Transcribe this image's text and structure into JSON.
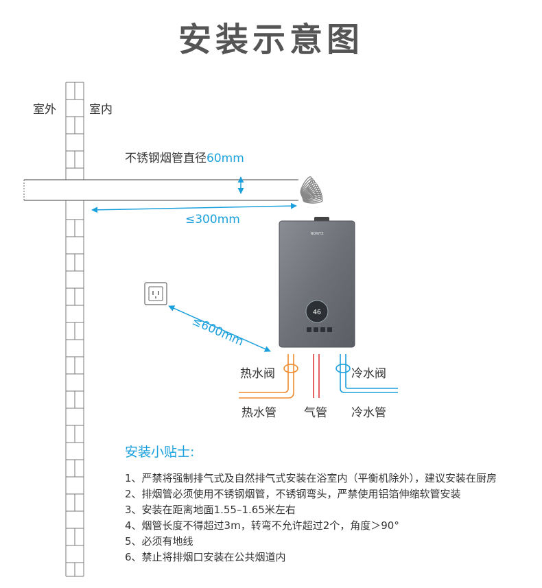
{
  "title": "安装示意图",
  "labels": {
    "outdoor": "室外",
    "indoor": "室内",
    "pipe_diameter_prefix": "不锈钢烟管直径",
    "pipe_diameter_value": "60mm",
    "dist_300": "≤300mm",
    "dist_600": "≤600mm",
    "hot_valve": "热水阀",
    "cold_valve": "冷水阀",
    "hot_pipe": "热水管",
    "gas_pipe": "气管",
    "cold_pipe": "冷水管"
  },
  "heater": {
    "display": "46"
  },
  "colors": {
    "accent_blue": "#1aa0dc",
    "hot_orange": "#f08a2c",
    "gas_red": "#e03a3a",
    "heater_body": "#6e7278"
  },
  "tips": {
    "title": "安装小贴士:",
    "items": [
      "1、严禁将强制排气式及自然排气式安装在浴室内（平衡机除外），建议安装在厨房",
      "2、排烟管必须使用不锈钢烟管，不锈钢弯头，严禁使用铝箔伸缩软管安装",
      "3、安装在距离地面1.55–1.65米左右",
      "4、烟管长度不得超过3m，转弯不允许超过2个，角度＞90°",
      "5、必须有地线",
      "6、禁止将排烟口安装在公共烟道内"
    ]
  }
}
